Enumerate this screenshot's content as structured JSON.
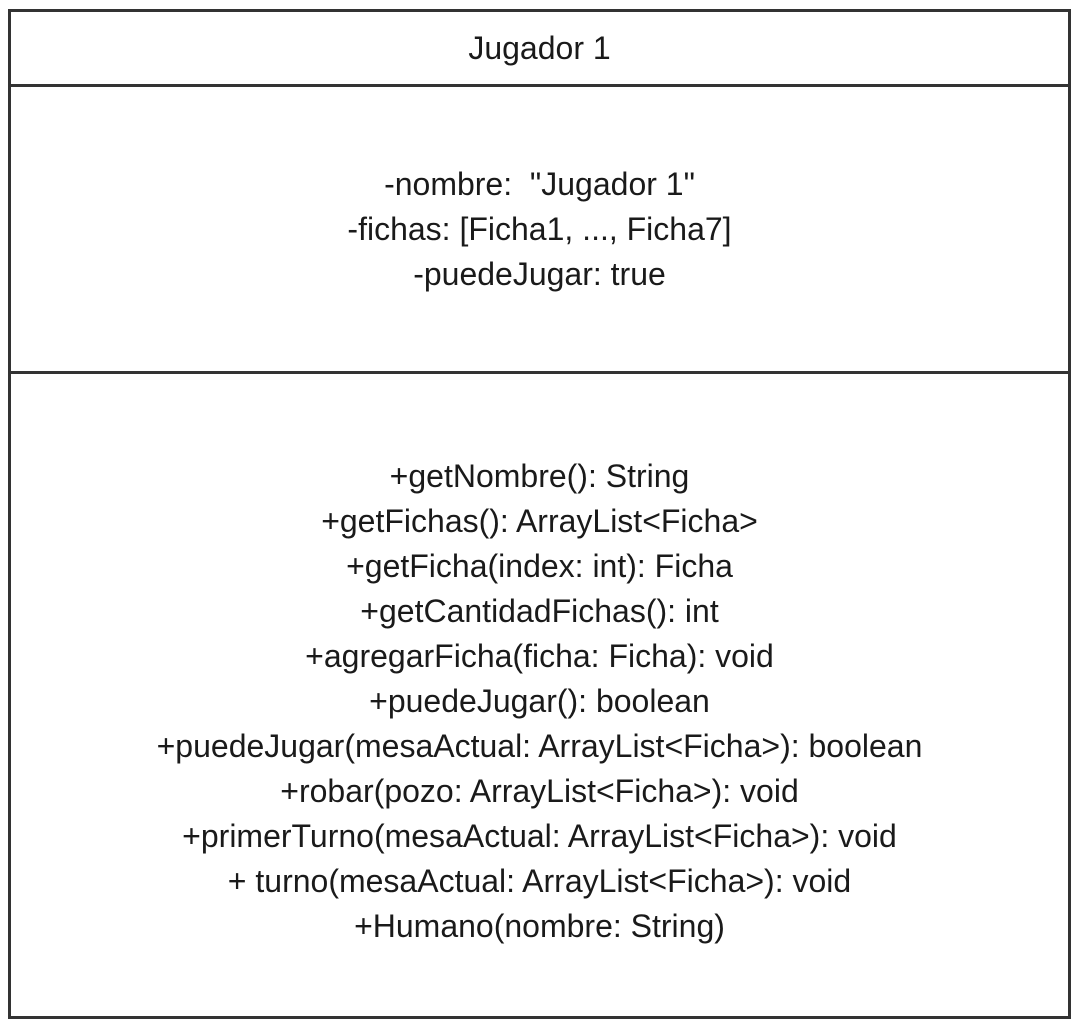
{
  "class_name": "Jugador 1",
  "attributes": [
    "-nombre:  \"Jugador 1\"",
    "-fichas: [Ficha1, ..., Ficha7]",
    "-puedeJugar: true"
  ],
  "methods": [
    "+getNombre(): String",
    "+getFichas(): ArrayList<Ficha>",
    "+getFicha(index: int): Ficha",
    "+getCantidadFichas(): int",
    "+agregarFicha(ficha: Ficha): void",
    "+puedeJugar(): boolean",
    "+puedeJugar(mesaActual: ArrayList<Ficha>): boolean",
    "+robar(pozo: ArrayList<Ficha>): void",
    "+primerTurno(mesaActual: ArrayList<Ficha>): void",
    "+ turno(mesaActual: ArrayList<Ficha>): void",
    "+Humano(nombre: String)"
  ]
}
